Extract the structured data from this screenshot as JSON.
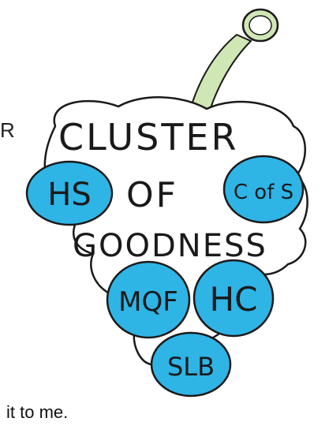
{
  "side_letter": "R",
  "caption_fragment": "it to me.",
  "cluster": {
    "title_line1": "CLUSTER",
    "title_line2": "OF",
    "title_line3": "GOODNESS",
    "grapes": [
      "HS",
      "C of S",
      "MQF",
      "HC",
      "SLB"
    ]
  },
  "colors": {
    "grape_fill": "#2fb4e6",
    "stem_fill": "#cfe7b4",
    "outline": "#1a1a1a"
  }
}
